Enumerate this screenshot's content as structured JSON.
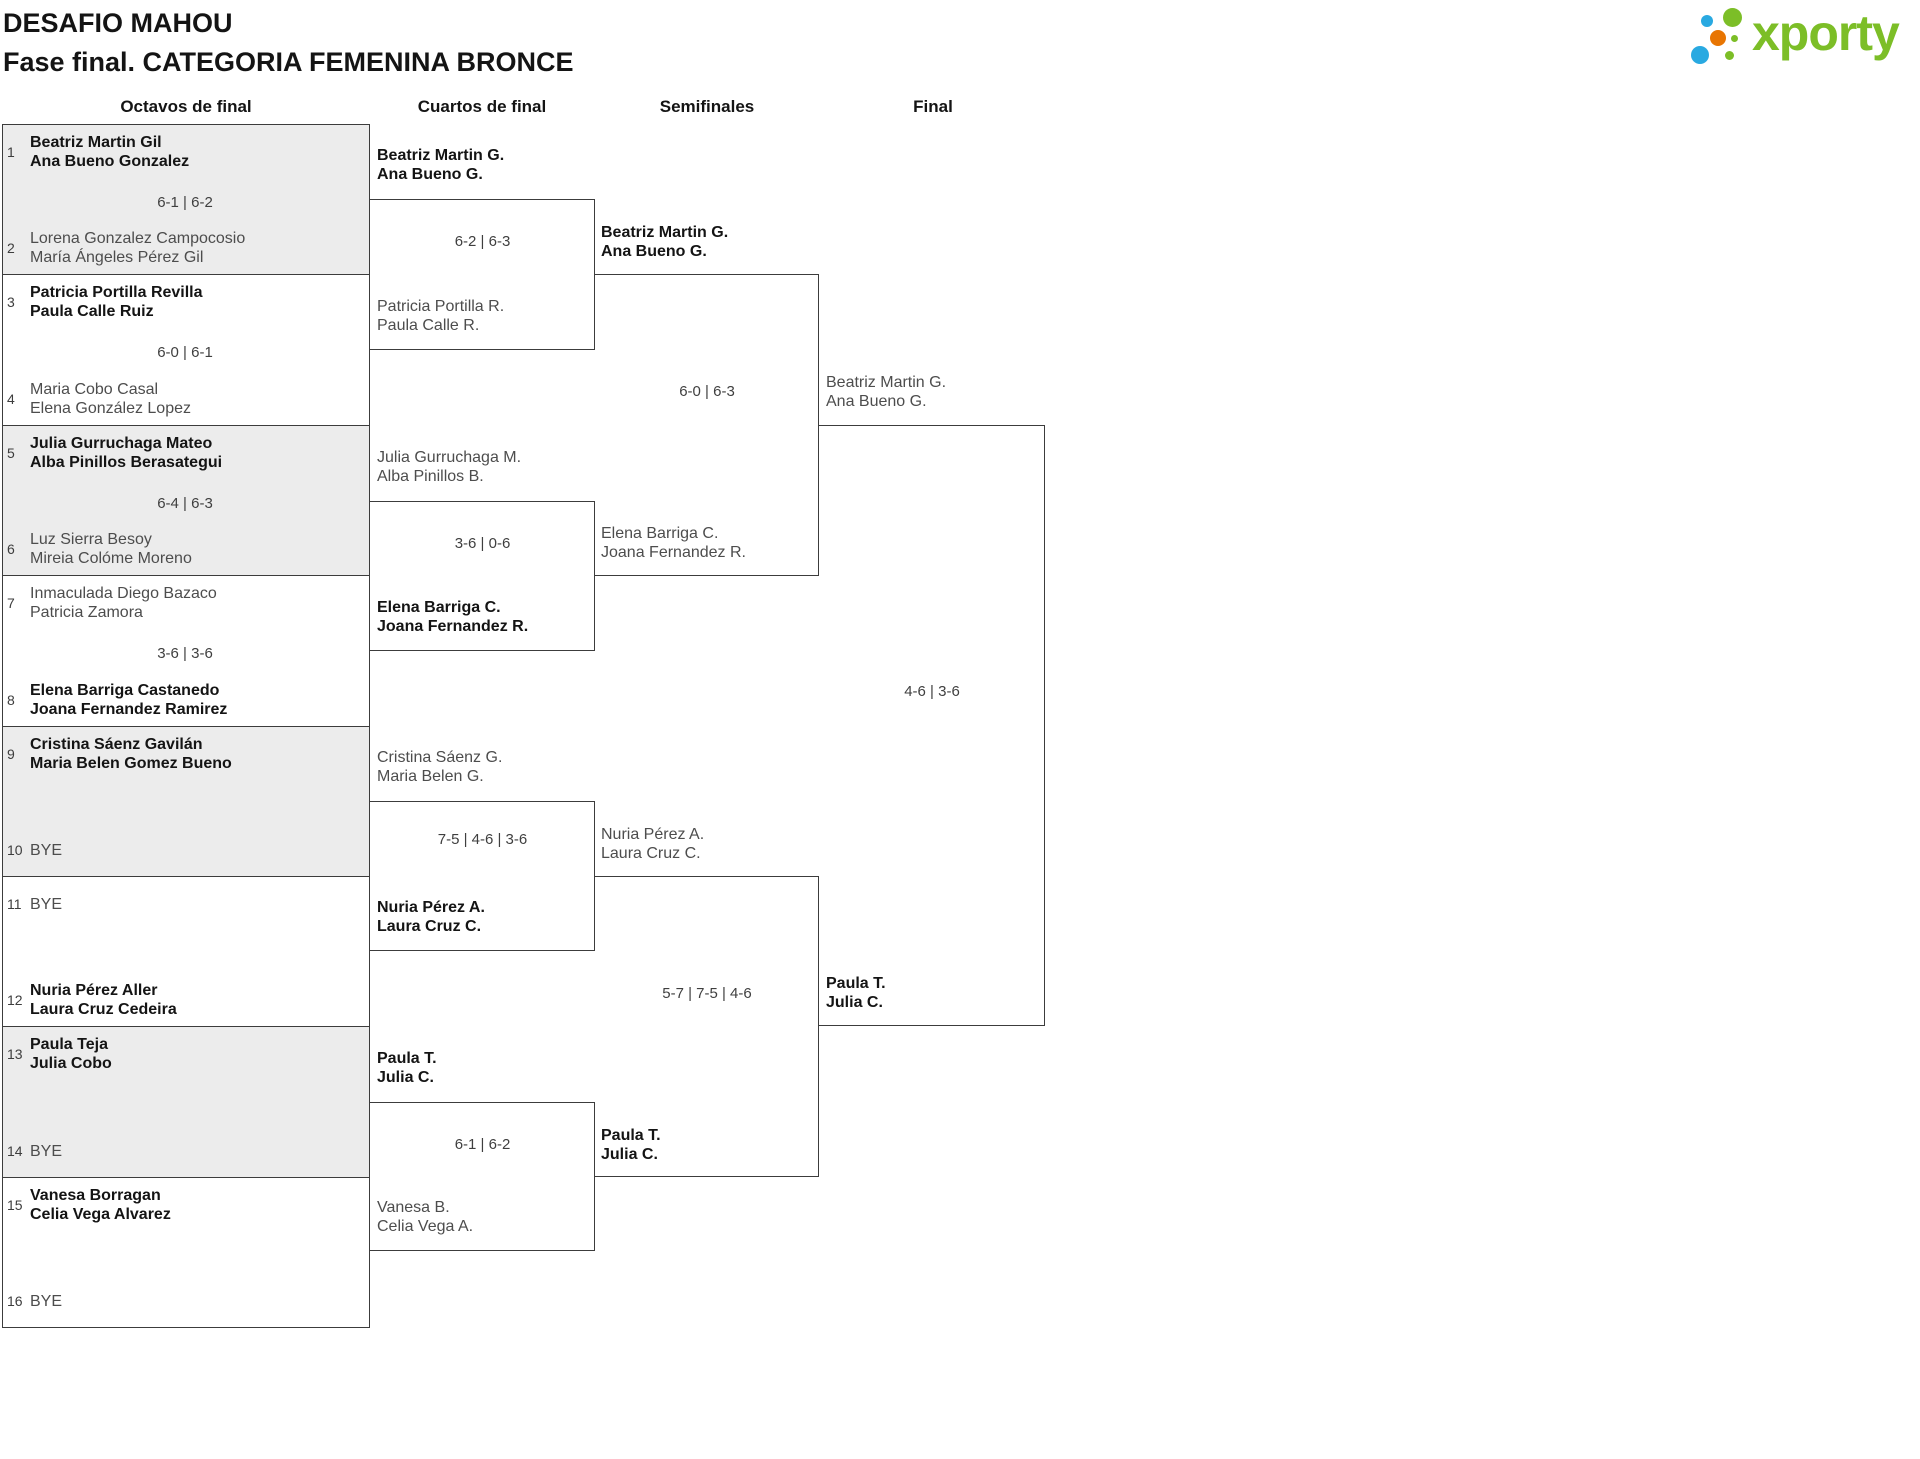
{
  "header": {
    "title": "DESAFIO MAHOU",
    "subtitle": "Fase final. CATEGORIA FEMENINA BRONCE"
  },
  "logo": {
    "brand": "xporty"
  },
  "round_headers": [
    "Octavos de final",
    "Cuartos de final",
    "Semifinales",
    "Final"
  ],
  "colors": {
    "line": "#3c3c3c",
    "box_gray": "#ececec",
    "winner_text": "#141414",
    "loser_text": "#4d4d4d",
    "score_text": "#3f3f3f",
    "brand_green": "#7cbe27",
    "dot_blue": "#29a9e1",
    "dot_orange": "#e87502"
  },
  "octavos": [
    {
      "seed1": "1",
      "team1": [
        "Beatriz Martin Gil",
        "Ana Bueno Gonzalez"
      ],
      "score": "6-1 | 6-2",
      "seed2": "2",
      "team2": [
        "Lorena Gonzalez Campocosio",
        "María Ángeles Pérez Gil"
      ]
    },
    {
      "seed1": "3",
      "team1": [
        "Patricia Portilla Revilla",
        "Paula Calle Ruiz"
      ],
      "score": "6-0 | 6-1",
      "seed2": "4",
      "team2": [
        "Maria Cobo Casal",
        "Elena González Lopez"
      ]
    },
    {
      "seed1": "5",
      "team1": [
        "Julia Gurruchaga Mateo",
        "Alba Pinillos Berasategui"
      ],
      "score": "6-4 | 6-3",
      "seed2": "6",
      "team2": [
        "Luz Sierra Besoy",
        "Mireia Colóme Moreno"
      ]
    },
    {
      "seed1": "7",
      "team1": [
        "Inmaculada Diego Bazaco",
        "Patricia Zamora"
      ],
      "score": "3-6 | 3-6",
      "seed2": "8",
      "team2": [
        "Elena Barriga Castanedo",
        "Joana Fernandez Ramirez"
      ]
    },
    {
      "seed1": "9",
      "team1": [
        "Cristina Sáenz Gavilán",
        "Maria Belen Gomez Bueno"
      ],
      "score": "",
      "seed2": "10",
      "team2": [
        "BYE"
      ]
    },
    {
      "seed1": "11",
      "team1": [
        "BYE"
      ],
      "score": "",
      "seed2": "12",
      "team2": [
        "Nuria Pérez Aller",
        "Laura Cruz Cedeira"
      ]
    },
    {
      "seed1": "13",
      "team1": [
        "Paula Teja",
        "Julia Cobo"
      ],
      "score": "",
      "seed2": "14",
      "team2": [
        "BYE"
      ]
    },
    {
      "seed1": "15",
      "team1": [
        "Vanesa Borragan",
        "Celia Vega Alvarez"
      ],
      "score": "",
      "seed2": "16",
      "team2": [
        "BYE"
      ]
    }
  ],
  "cuartos": [
    {
      "team1": [
        "Beatriz Martin G.",
        "Ana Bueno G."
      ],
      "score": "6-2 | 6-3",
      "team2": [
        "Patricia Portilla R.",
        "Paula Calle R."
      ]
    },
    {
      "team1": [
        "Julia Gurruchaga M.",
        "Alba Pinillos B."
      ],
      "score": "3-6 | 0-6",
      "team2": [
        "Elena Barriga C.",
        "Joana Fernandez R."
      ]
    },
    {
      "team1": [
        "Cristina Sáenz G.",
        "Maria Belen G."
      ],
      "score": "7-5 | 4-6 | 3-6",
      "team2": [
        "Nuria Pérez A.",
        "Laura Cruz C."
      ]
    },
    {
      "team1": [
        "Paula T.",
        "Julia C."
      ],
      "score": "6-1 | 6-2",
      "team2": [
        "Vanesa B.",
        "Celia Vega A."
      ]
    }
  ],
  "semifinales": [
    {
      "team1": [
        "Beatriz Martin G.",
        "Ana Bueno G."
      ],
      "score": "6-0 | 6-3",
      "team2": [
        "Elena Barriga C.",
        "Joana Fernandez R."
      ]
    },
    {
      "team1": [
        "Nuria Pérez A.",
        "Laura Cruz C."
      ],
      "score": "5-7 | 7-5 | 4-6",
      "team2": [
        "Paula T.",
        "Julia C."
      ]
    }
  ],
  "final": {
    "team1": [
      "Beatriz Martin G.",
      "Ana Bueno G."
    ],
    "score": "4-6 | 3-6",
    "team2": [
      "Paula T.",
      "Julia C."
    ]
  }
}
